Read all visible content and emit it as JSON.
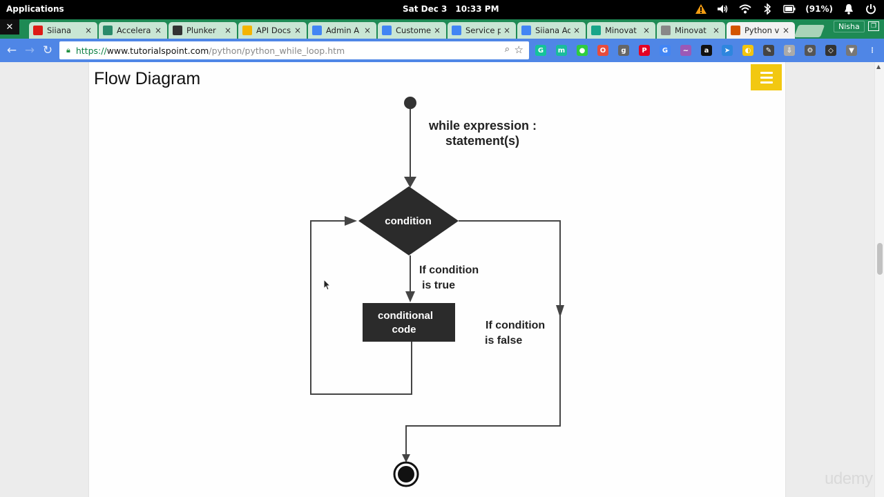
{
  "os": {
    "apps_label": "Applications",
    "date": "Sat Dec 3",
    "time": "10:33 PM",
    "battery": "(91%)",
    "icons": [
      "warning-icon",
      "volume-icon",
      "wifi-icon",
      "bluetooth-icon",
      "battery-icon",
      "bell-icon",
      "power-icon"
    ]
  },
  "tabs": [
    {
      "title": "Siiana",
      "icon": "angular-icon",
      "color": "#dd1b16"
    },
    {
      "title": "Accelera",
      "icon": "code-icon",
      "color": "#2a8a6a"
    },
    {
      "title": "Plunker",
      "icon": "download-icon",
      "color": "#333333"
    },
    {
      "title": "API Docs",
      "icon": "drive-icon",
      "color": "#f4b400"
    },
    {
      "title": "Admin A",
      "icon": "docs-icon",
      "color": "#4285f4"
    },
    {
      "title": "Custome",
      "icon": "docs-icon",
      "color": "#4285f4"
    },
    {
      "title": "Service p",
      "icon": "docs-icon",
      "color": "#4285f4"
    },
    {
      "title": "Siiana Ad",
      "icon": "docs-icon",
      "color": "#4285f4"
    },
    {
      "title": "Minovat",
      "icon": "wave-icon",
      "color": "#17a589"
    },
    {
      "title": "Minovat",
      "icon": "page-icon",
      "color": "#888888"
    },
    {
      "title": "Python v",
      "icon": "tutorialspoint-icon",
      "color": "#d35400"
    }
  ],
  "profile_name": "Nisha",
  "url": {
    "scheme": "https://",
    "host": "www.tutorialspoint.com",
    "path": "/python/python_while_loop.htm"
  },
  "extensions": [
    {
      "name": "grammarly-icon",
      "color": "#15c39a",
      "glyph": "G"
    },
    {
      "name": "m-extension-icon",
      "color": "#1abc9c",
      "glyph": "m"
    },
    {
      "name": "green-dot-icon",
      "color": "#2ecc40",
      "glyph": "●"
    },
    {
      "name": "office-icon",
      "color": "#e74c3c",
      "glyph": "O"
    },
    {
      "name": "ghostery-icon",
      "color": "#666666",
      "glyph": "g"
    },
    {
      "name": "pinterest-icon",
      "color": "#e60023",
      "glyph": "P"
    },
    {
      "name": "translate-icon",
      "color": "#4285f4",
      "glyph": "G"
    },
    {
      "name": "colorzilla-icon",
      "color": "#9b59b6",
      "glyph": "~"
    },
    {
      "name": "amazon-icon",
      "color": "#111111",
      "glyph": "a"
    },
    {
      "name": "telegram-icon",
      "color": "#2e86de",
      "glyph": "➤"
    },
    {
      "name": "yellow-circle-icon",
      "color": "#f1c40f",
      "glyph": "◐"
    },
    {
      "name": "eyedropper-icon",
      "color": "#444444",
      "glyph": "✎"
    },
    {
      "name": "save-icon",
      "color": "#aaaaaa",
      "glyph": "⇩"
    },
    {
      "name": "settings-gear-icon",
      "color": "#555555",
      "glyph": "⚙"
    },
    {
      "name": "cube-icon",
      "color": "#333333",
      "glyph": "◇"
    },
    {
      "name": "filter-icon",
      "color": "#777777",
      "glyph": "▼"
    },
    {
      "name": "more-icon",
      "color": "#4f86e6",
      "glyph": "⋮"
    }
  ],
  "page": {
    "heading": "Flow Diagram"
  },
  "diagram": {
    "annotation_line1": "while expression :",
    "annotation_line2": "statement(s)",
    "decision_label": "condition",
    "true_line1": "If condition",
    "true_line2": "is true",
    "process_line1": "conditional",
    "process_line2": "code",
    "false_line1": "If condition",
    "false_line2": "is false"
  },
  "watermark": "udemy",
  "colors": {
    "tab_strip": "#1d8a54",
    "toolbar": "#4f86e6",
    "menu_button": "#f2c811"
  }
}
